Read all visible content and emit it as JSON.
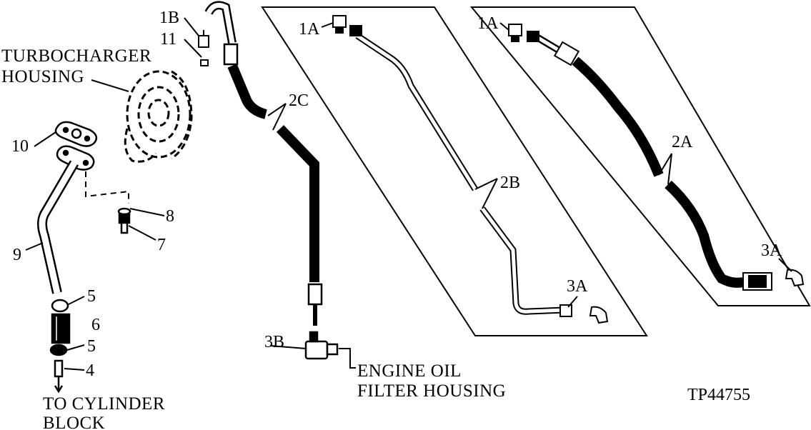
{
  "labels": {
    "1B": "1B",
    "11": "11",
    "turbo_line1": "TURBOCHARGER",
    "turbo_line2": "HOUSING",
    "10": "10",
    "9": "9",
    "8": "8",
    "7": "7",
    "5a": "5",
    "6": "6",
    "5b": "5",
    "4": "4",
    "cyl_line1": "TO CYLINDER",
    "cyl_line2": "BLOCK",
    "2C": "2C",
    "3B": "3B",
    "eng_line1": "ENGINE OIL",
    "eng_line2": "FILTER HOUSING",
    "1A_mid": "1A",
    "2B": "2B",
    "3A_mid": "3A",
    "1A_right": "1A",
    "2A": "2A",
    "3A_right": "3A",
    "figure_id": "TP44755"
  }
}
